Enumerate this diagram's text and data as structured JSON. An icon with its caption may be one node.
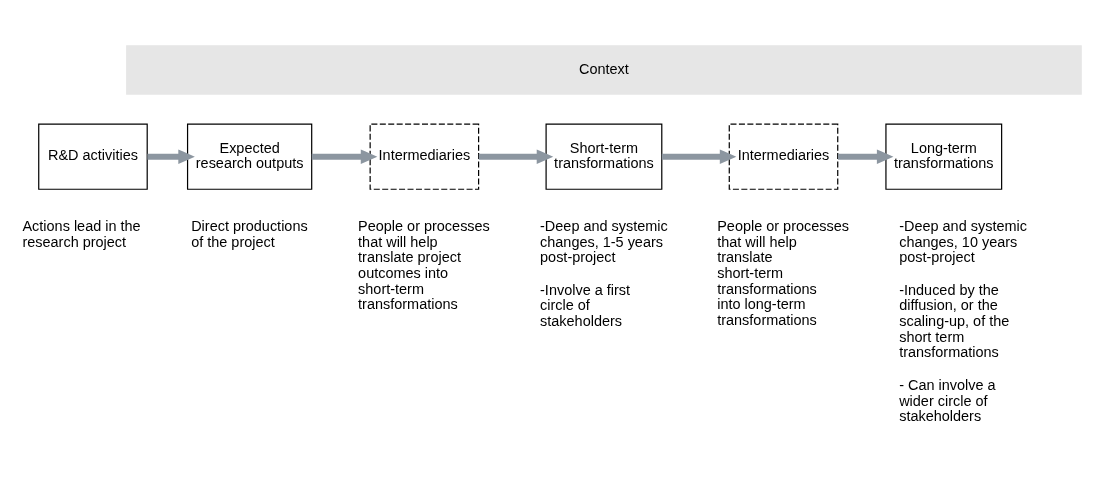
{
  "diagram": {
    "nodes": [
      {
        "text": [
          "Context"
        ]
      },
      {
        "text": [
          "R&D activities"
        ],
        "beside": [
          "Actions lead in the research project"
        ]
      },
      {
        "text": [
          "Expected research outputs"
        ],
        "beside": [
          "Direct productions of the project"
        ]
      },
      {
        "text": [
          "Intermediaries"
        ],
        "beside": [
          "People or processes that will help translate project outcomes into short-term transformations"
        ]
      },
      {
        "text": [
          "Short-term transformations"
        ],
        "beside": [
          "-Deep and systemic changes, 1-5 years post-project",
          "-Involve a first circle of stakeholders"
        ]
      },
      {
        "text": [
          "Intermediaries"
        ],
        "beside": [
          "People or processes that will help translate short-term transformations into long-term transformations"
        ]
      },
      {
        "text": [
          "Long-term transformations"
        ],
        "beside": [
          "-Deep and systemic changes, 10 years post-project",
          "-Induced by the diffusion, or the scaling-up, of the short term transformations",
          "- Can involve a wider circle of stakeholders"
        ]
      }
    ],
    "edges": [
      {
        "from": 1,
        "to": 2,
        "arrow": "to"
      },
      {
        "from": 2,
        "to": 3,
        "arrow": "to"
      },
      {
        "from": 3,
        "to": 4,
        "arrow": "to"
      },
      {
        "from": 4,
        "to": 5,
        "arrow": "to"
      },
      {
        "from": 5,
        "to": 6,
        "arrow": "to"
      }
    ]
  }
}
